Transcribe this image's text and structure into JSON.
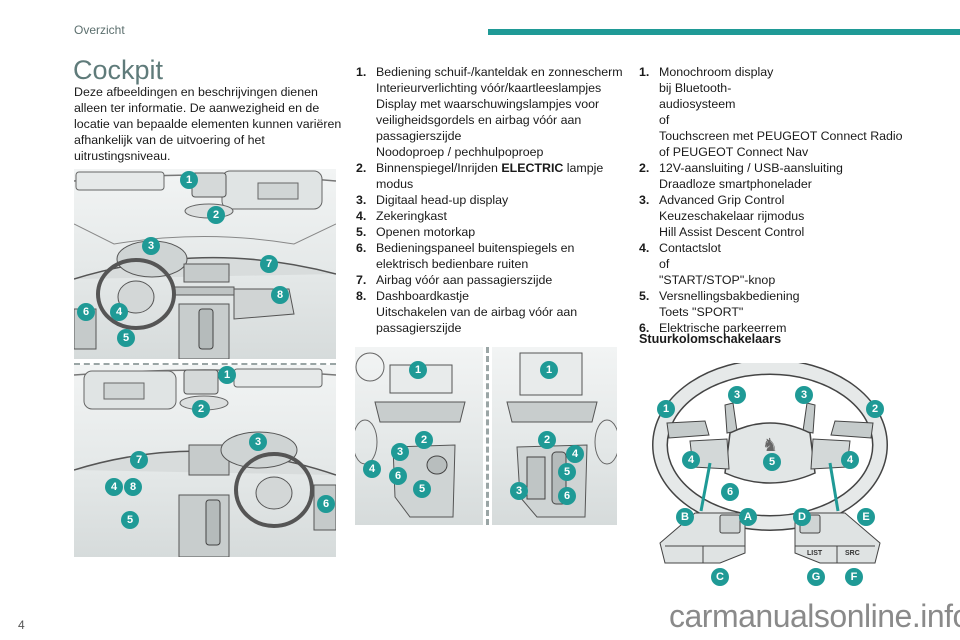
{
  "header": {
    "section_label": "Overzicht",
    "accent_color": "#1f9a96"
  },
  "page_title": "Cockpit",
  "intro": "Deze afbeeldingen en beschrijvingen dienen alleen ter informatie. De aanwezigheid en de locatie van bepaalde elementen kunnen variëren afhankelijk van de uitvoering of het uitrustingsniveau.",
  "illustrations": {
    "cockpit_lhd": {
      "badges": [
        "1",
        "2",
        "3",
        "7",
        "8",
        "6",
        "4",
        "5"
      ]
    },
    "cockpit_rhd": {
      "badges": [
        "1",
        "2",
        "3",
        "7",
        "4",
        "8",
        "6",
        "5"
      ]
    },
    "console_left": {
      "badges": [
        "1",
        "2",
        "3",
        "4",
        "6",
        "5"
      ]
    },
    "console_right": {
      "badges": [
        "1",
        "2",
        "4",
        "5",
        "3",
        "6"
      ]
    },
    "steering_wheel": {
      "badges": [
        "1",
        "2",
        "3",
        "3",
        "4",
        "4",
        "5",
        "6"
      ]
    },
    "column_switches": {
      "badges": [
        "B",
        "A",
        "D",
        "E",
        "C",
        "G",
        "F"
      ],
      "labels": [
        "LIST",
        "SRC"
      ]
    }
  },
  "cockpit_list": [
    {
      "num": "1.",
      "lines": [
        "Bediening schuif-/kanteldak en zonnescherm",
        "Interieurverlichting vóór/kaartleeslampjes",
        "Display met waarschuwingslampjes voor veiligheidsgordels en airbag vóór aan passagierszijde",
        "Noodoproep / pechhulpoproep"
      ]
    },
    {
      "num": "2.",
      "pre": "Binnenspiegel/Inrijden ",
      "bold": "ELECTRIC",
      "post": " lampje modus"
    },
    {
      "num": "3.",
      "lines": [
        "Digitaal head-up display"
      ]
    },
    {
      "num": "4.",
      "lines": [
        "Zekeringkast"
      ]
    },
    {
      "num": "5.",
      "lines": [
        "Openen motorkap"
      ]
    },
    {
      "num": "6.",
      "lines": [
        "Bedieningspaneel buitenspiegels en elektrisch bedienbare ruiten"
      ]
    },
    {
      "num": "7.",
      "lines": [
        "Airbag vóór aan passagierszijde"
      ]
    },
    {
      "num": "8.",
      "lines": [
        "Dashboardkastje",
        "Uitschakelen van de airbag vóór aan passagierszijde"
      ]
    }
  ],
  "console_list": [
    {
      "num": "1.",
      "lines": [
        "Monochroom display bij Bluetooth-audiosysteem",
        "of",
        "Touchscreen met PEUGEOT Connect Radio of PEUGEOT Connect Nav"
      ]
    },
    {
      "num": "2.",
      "lines": [
        "12V-aansluiting / USB-aansluiting",
        "Draadloze smartphonelader"
      ]
    },
    {
      "num": "3.",
      "lines": [
        "Advanced Grip Control",
        "Keuzeschakelaar rijmodus",
        "Hill Assist Descent Control"
      ]
    },
    {
      "num": "4.",
      "lines": [
        "Contactslot",
        "of",
        "\"START/STOP\"-knop"
      ]
    },
    {
      "num": "5.",
      "lines": [
        "Versnellingsbakbediening",
        "Toets \"SPORT\""
      ]
    },
    {
      "num": "6.",
      "lines": [
        "Elektrische parkeerrem"
      ]
    }
  ],
  "steering_heading": "Stuurkolomschakelaars",
  "footer": {
    "page_number": "4",
    "watermark": "carmanualsonline.info"
  }
}
